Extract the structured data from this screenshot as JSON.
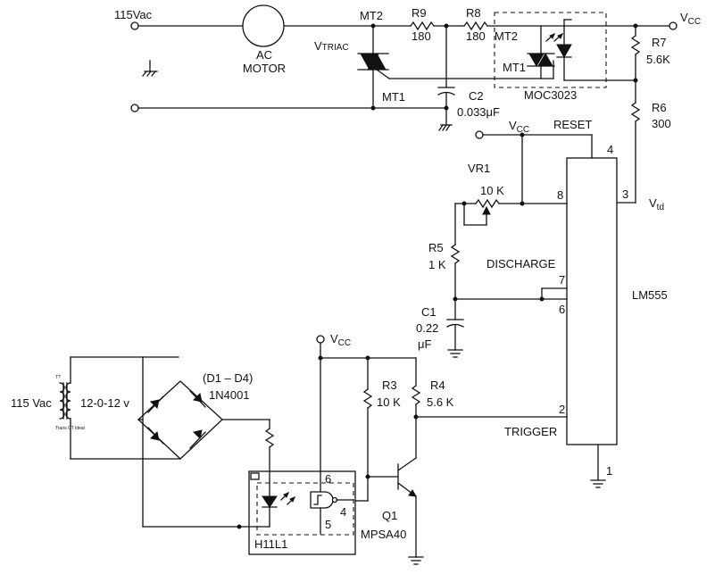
{
  "labels": {
    "ac_in": "115Vac",
    "motor": "AC",
    "motor2": "MOTOR",
    "mt2_triac": "MT2",
    "vtriac_v": "V",
    "vtriac_sub": "TRIAC",
    "mt1_triac": "MT1",
    "r9": "R9",
    "r9_val": "180",
    "r8": "R8",
    "r8_val": "180",
    "opto_mt2": "MT2",
    "opto_mt1": "MT1",
    "moc": "MOC3023",
    "c2": "C2",
    "c2_val": "0.033μF",
    "vcc_top_v": "V",
    "vcc_sub": "CC",
    "r7": "R7",
    "r7_val": "5.6K",
    "r6": "R6",
    "r6_val": "300",
    "reset": "RESET",
    "vcc_mid_v": "V",
    "vr1": "VR1",
    "vr1_val": "10 K",
    "r5": "R5",
    "r5_val": "1 K",
    "discharge": "DISCHARGE",
    "c1": "C1",
    "c1_val": "0.22",
    "c1_unit": "μF",
    "lm555": "LM555",
    "vtd_v": "V",
    "vtd_sub": "td",
    "pin4": "4",
    "pin8": "8",
    "pin3": "3",
    "pin7": "7",
    "pin6": "6",
    "pin2": "2",
    "pin1": "1",
    "trigger": "TRIGGER",
    "vcc_low_v": "V",
    "r3": "R3",
    "r3_val": "10 K",
    "r4": "R4",
    "r4_val": "5.6 K",
    "q1": "Q1",
    "q1_part": "MPSA40",
    "h11l1": "H11L1",
    "h_pin6": "6",
    "h_pin5": "5",
    "h_pin4": "4",
    "diodes": "(D1 – D4)",
    "diode_part": "1N4001",
    "tr_in": "115 Vac",
    "tr_out": "12-0-12 v",
    "tr_t": "T?",
    "tr_name": "Trans CT Ideal"
  }
}
